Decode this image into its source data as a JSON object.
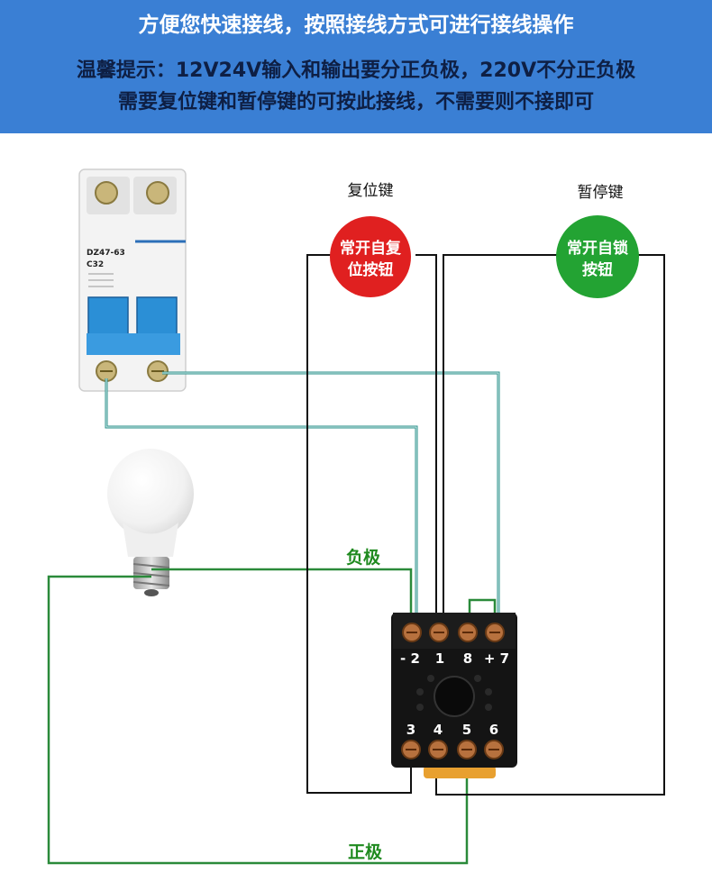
{
  "banner": {
    "title": "方便您快速接线，按照接线方式可进行接线操作",
    "tip_line1": "温馨提示：12V24V输入和输出要分正负极，220V不分正负极",
    "tip_line2": "需要复位键和暂停键的可按此接线，不需要则不接即可"
  },
  "reset_button": {
    "caption": "复位键",
    "line1": "常开自复",
    "line2": "位按钮",
    "color": "#e02020"
  },
  "pause_button": {
    "caption": "暂停键",
    "line1": "常开自锁",
    "line2": "按钮",
    "color": "#23a333"
  },
  "breaker": {
    "model": "DZ47-63",
    "rating": "C32",
    "handle_color": "#2b8fd6"
  },
  "relay_base": {
    "top_terminals": [
      "- 2",
      "1",
      "8",
      "+ 7"
    ],
    "bottom_terminals": [
      "3",
      "4",
      "5",
      "6"
    ]
  },
  "wires": {
    "negative_label": "负极",
    "positive_label": "正极",
    "label_color": "#1f8a1f",
    "green_wire_color": "#2a8a3a",
    "teal_wire_color": "#2a8f8a",
    "black_wire_color": "#111111"
  }
}
